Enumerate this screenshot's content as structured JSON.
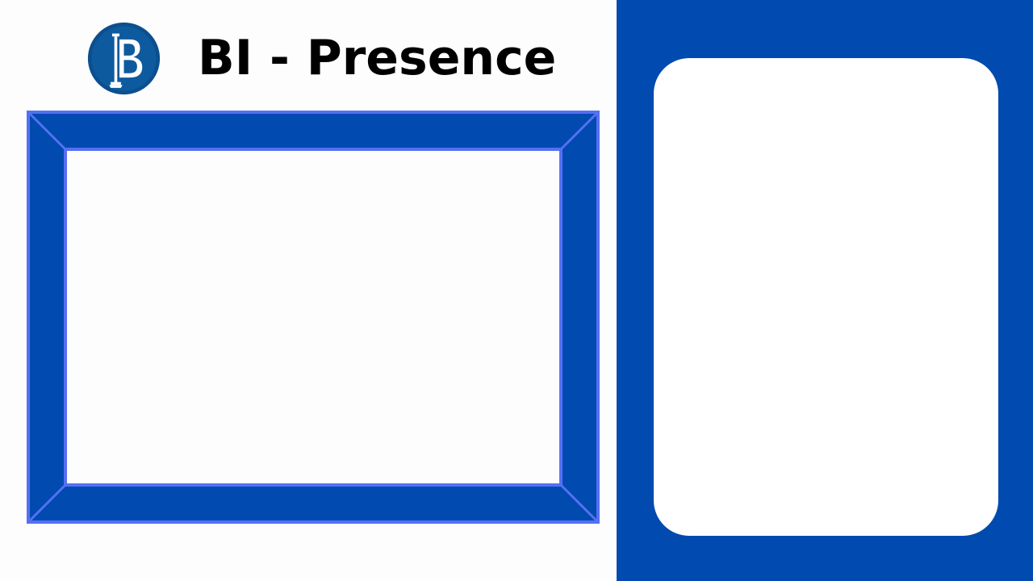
{
  "header": {
    "logo_icon": "bank-indonesia-logo-icon",
    "logo_letters": "BI",
    "title": "BI - Presence"
  },
  "colors": {
    "brand_blue": "#014aaf",
    "frame_outline": "#5570f3",
    "logo_blue": "#0b4f8f",
    "background": "#fdfdfd",
    "card": "#ffffff"
  },
  "camera_frame": {
    "icon": "picture-frame"
  },
  "side_panel": {
    "card_icon": "blank-card"
  }
}
